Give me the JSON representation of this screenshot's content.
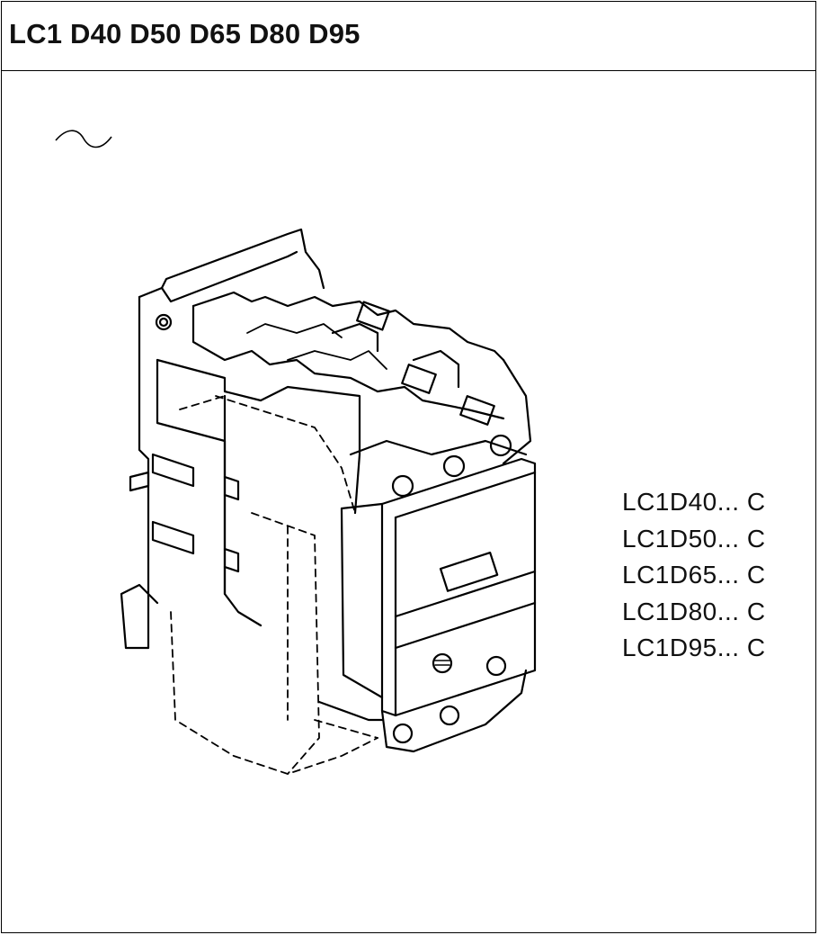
{
  "header": {
    "title": "LC1 D40 D50 D65 D80 D95"
  },
  "symbol": {
    "icon": "ac-tilde-icon"
  },
  "drawing": {
    "icon": "contactor-drawing-icon"
  },
  "models": [
    "LC1D40... C",
    "LC1D50... C",
    "LC1D65... C",
    "LC1D80... C",
    "LC1D95... C"
  ]
}
